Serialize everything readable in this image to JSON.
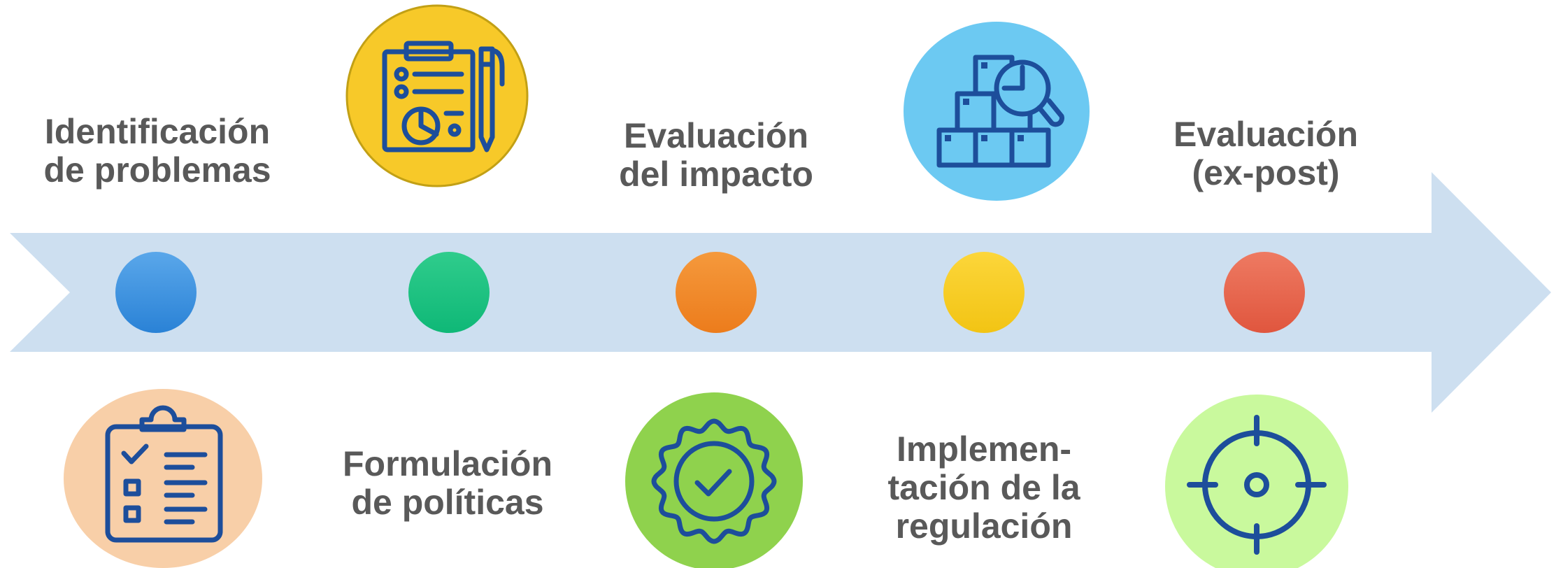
{
  "stages": [
    {
      "key": "identificacion",
      "lines": [
        "Identificación",
        "de problemas"
      ],
      "dot_color": "#3a8fdc",
      "icon": "clipboard-checklist-icon",
      "icon_bg": "#f8cfa8"
    },
    {
      "key": "formulacion",
      "lines": [
        "Formulación",
        "de políticas"
      ],
      "dot_color": "#17bd7d",
      "icon": "report-pen-chart-icon",
      "icon_bg": "#f7c929"
    },
    {
      "key": "evaluacion-impacto",
      "lines": [
        "Evaluación",
        "del impacto"
      ],
      "dot_color": "#f08628",
      "icon": "approval-badge-icon",
      "icon_bg": "#8fd24d"
    },
    {
      "key": "implementacion",
      "lines": [
        "Implemen-",
        "tación de la",
        "regulación"
      ],
      "dot_color": "#f7cb1f",
      "icon": "boxes-magnifier-icon",
      "icon_bg": "#6cc9f2"
    },
    {
      "key": "evaluacion-ex-post",
      "lines": [
        "Evaluación",
        "(ex-post)"
      ],
      "dot_color": "#e5604a",
      "icon": "target-crosshair-icon",
      "icon_bg": "#c9f99d"
    }
  ],
  "arrow_color": "#cddff0",
  "icon_stroke": "#1d4e9b"
}
